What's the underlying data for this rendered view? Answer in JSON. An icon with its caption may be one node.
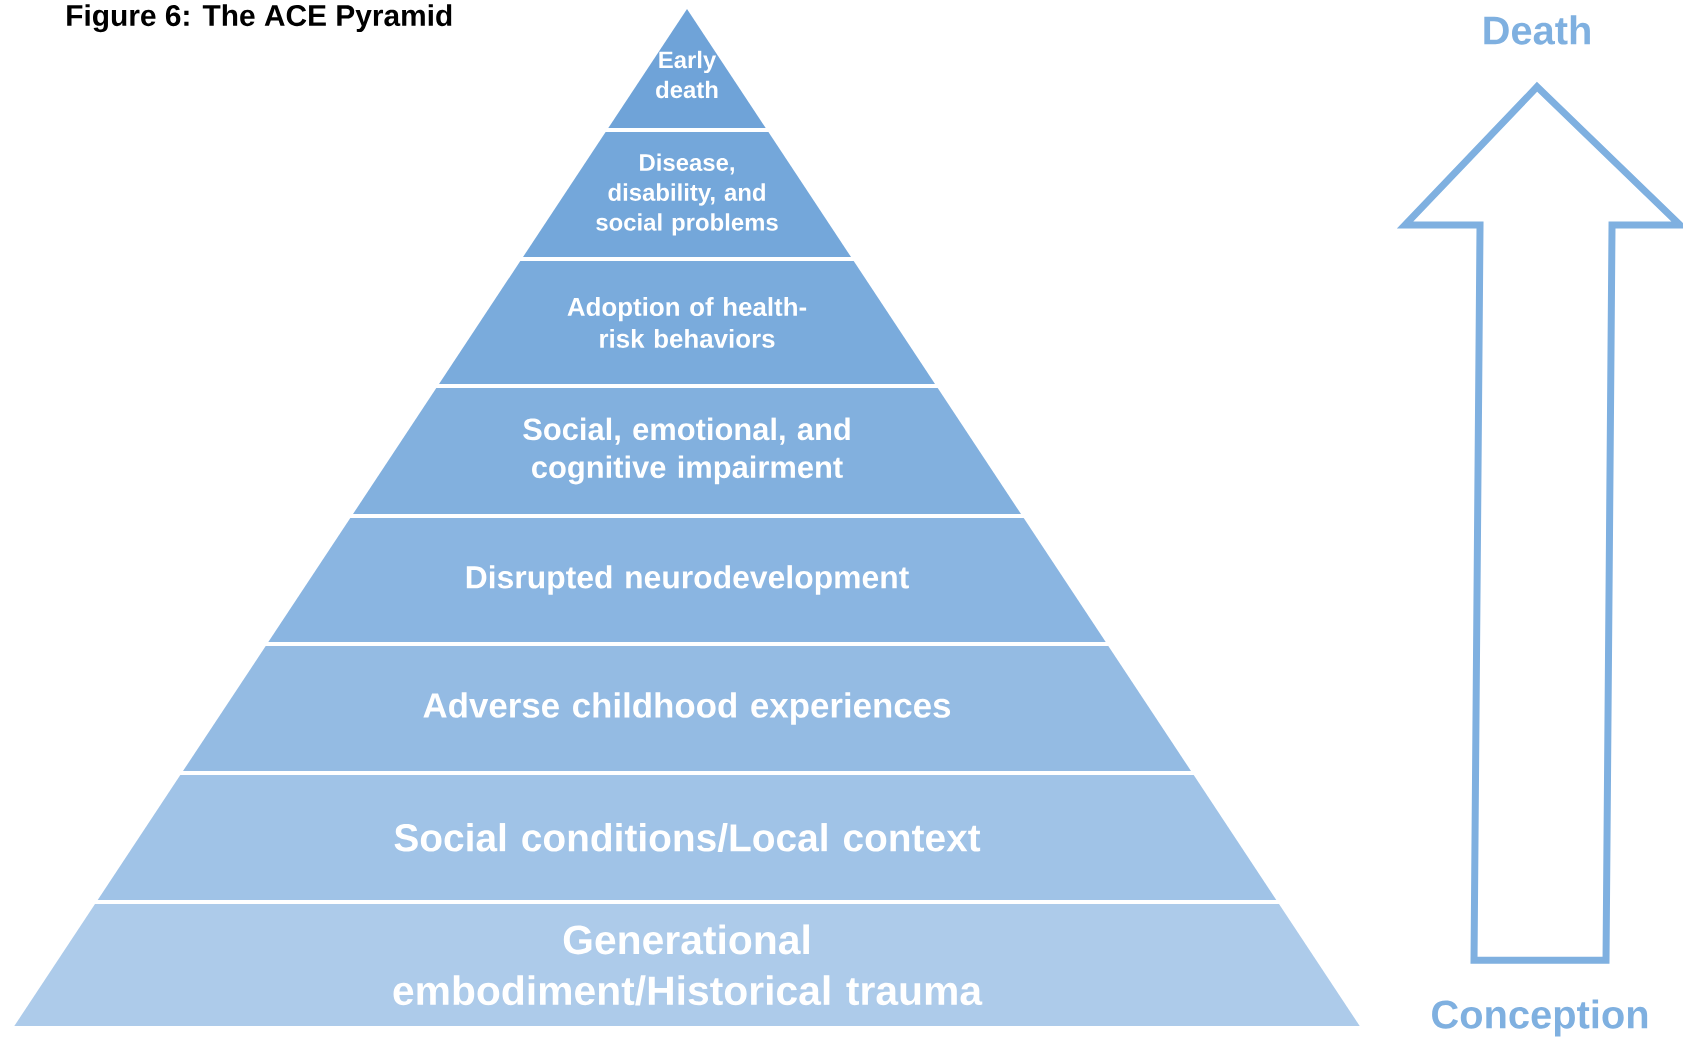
{
  "diagram": {
    "title": "Figure 6: The ACE Pyramid",
    "nodes": [
      {
        "text": [
          "Early death"
        ]
      },
      {
        "text": [
          "Disease, disability, and social problems"
        ]
      },
      {
        "text": [
          "Adoption of health-risk behaviors"
        ]
      },
      {
        "text": [
          "Social, emotional, and cognitive impairment"
        ]
      },
      {
        "text": [
          "Disrupted neurodevelopment"
        ]
      },
      {
        "text": [
          "Adverse childhood experiences"
        ]
      },
      {
        "text": [
          "Social conditions/Local context"
        ]
      },
      {
        "text": [
          "Generational embodiment/Historical trauma"
        ]
      },
      {
        "text": [
          "Death"
        ]
      },
      {
        "text": [
          "Conception"
        ]
      }
    ],
    "edges": [
      {
        "from": 9,
        "to": 8,
        "arrow": "to"
      }
    ]
  }
}
